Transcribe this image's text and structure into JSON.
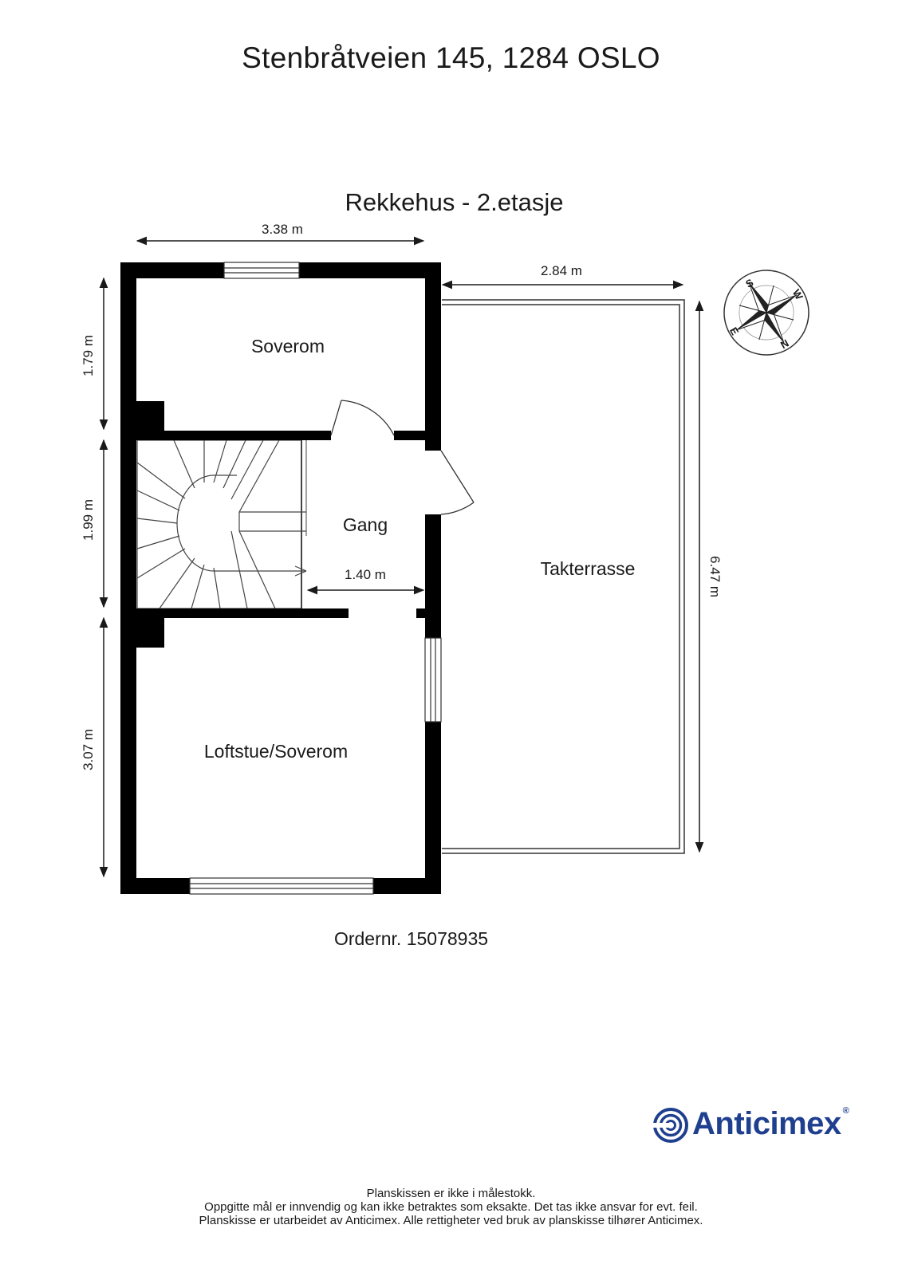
{
  "header": {
    "address": "Stenbråtveien 145, 1284 OSLO",
    "floor_label": "Rekkehus  - 2.etasje"
  },
  "rooms": {
    "bedroom_top": "Soverom",
    "hallway": "Gang",
    "loft": "Loftstue/Soverom",
    "terrace": "Takterrasse"
  },
  "dimensions": {
    "top_width": "3.38 m",
    "terrace_width": "2.84 m",
    "left_top": "1.79 m",
    "left_middle": "1.99 m",
    "left_bottom": "3.07 m",
    "hallway_width": "1.40 m",
    "terrace_height": "6.47 m"
  },
  "compass": {
    "n": "N",
    "s": "S",
    "e": "E",
    "w": "W"
  },
  "order_number": "Ordernr. 15078935",
  "logo": {
    "name": "Anticimex",
    "color": "#1f3f8f"
  },
  "disclaimer": {
    "line1": "Planskissen er ikke i målestokk.",
    "line2": "Oppgitte mål er innvendig og kan ikke betraktes som eksakte. Det tas ikke ansvar for evt. feil.",
    "line3": "Planskisse er utarbeidet av Anticimex. Alle rettigheter ved bruk av planskisse tilhører Anticimex."
  }
}
